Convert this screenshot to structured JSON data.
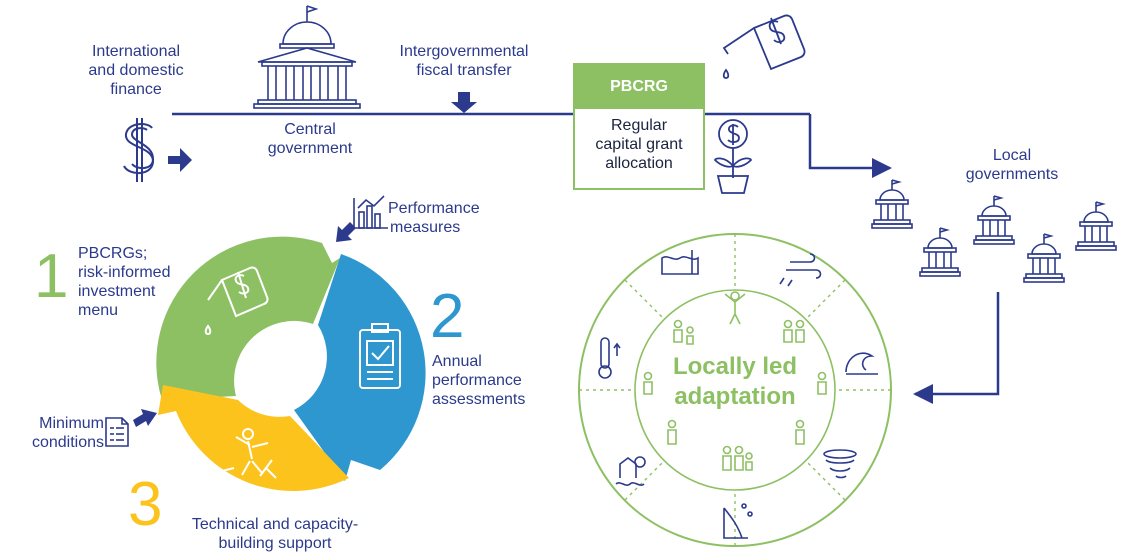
{
  "labels": {
    "intl_finance": [
      "International",
      "and domestic",
      "finance"
    ],
    "central_gov": [
      "Central",
      "government"
    ],
    "fiscal_transfer": [
      "Intergovernmental",
      "fiscal transfer"
    ],
    "local_gov": [
      "Local",
      "governments"
    ],
    "performance_measures": [
      "Performance",
      "measures"
    ],
    "minimum_conditions": [
      "Minimum",
      "conditions"
    ]
  },
  "pbcrg_box": {
    "title": "PBCRG",
    "body": [
      "Regular",
      "capital grant",
      "allocation"
    ]
  },
  "cycle": {
    "step1": {
      "number": "1",
      "label": [
        "PBCRGs;",
        "risk-informed",
        "investment",
        "menu"
      ]
    },
    "step2": {
      "number": "2",
      "label": [
        "Annual",
        "performance",
        "assessments"
      ]
    },
    "step3": {
      "number": "3",
      "label": [
        "Technical and capacity-",
        "building support"
      ]
    }
  },
  "lla": {
    "label": [
      "Locally led",
      "adaptation"
    ]
  },
  "colors": {
    "navy": "#2b3a8c",
    "green": "#8dc063",
    "blue": "#2e97cf",
    "yellow": "#fbc31c",
    "text": "#1b2340"
  }
}
